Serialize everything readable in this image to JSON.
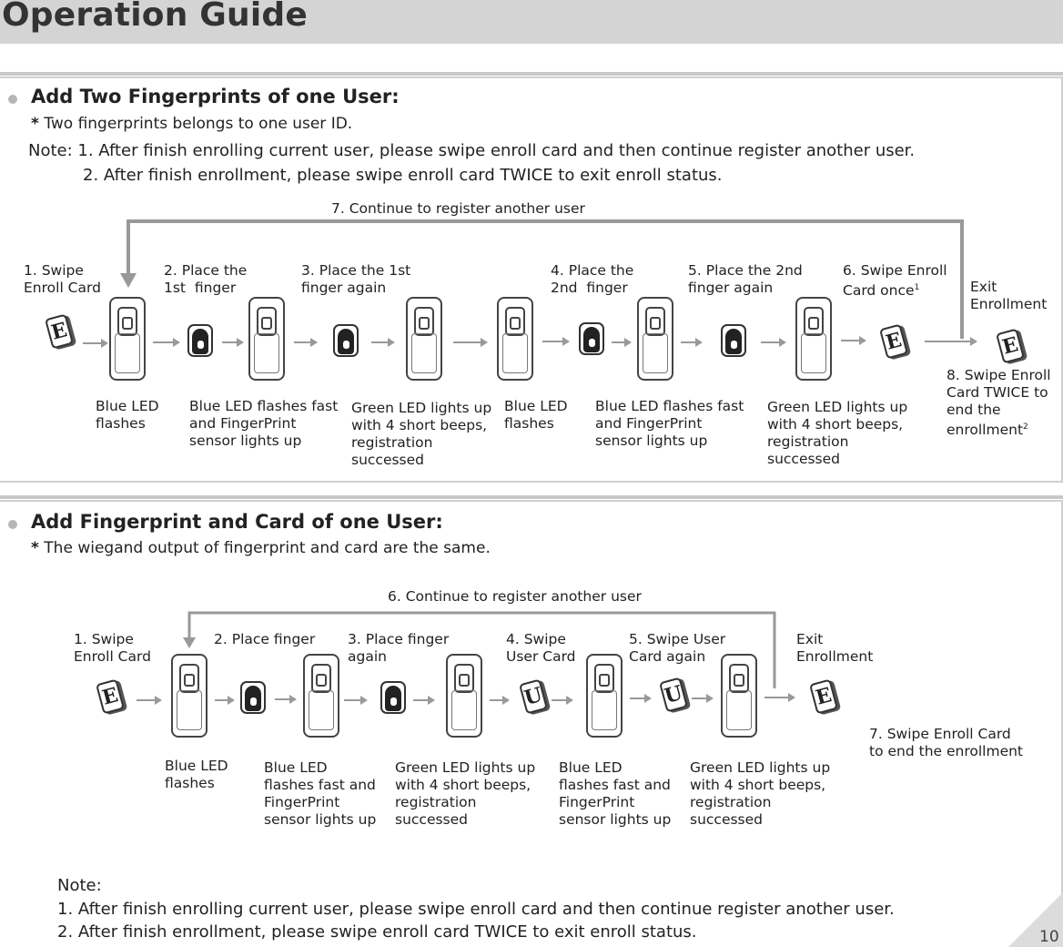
{
  "header": {
    "title": "Operation Guide"
  },
  "section1": {
    "title": "Add Two Fingerprints of one User:",
    "star": "*",
    "subtitle": "Two fingerprints belongs to one user ID.",
    "note_line1": "Note: 1. After finish enrolling current user, please swipe enroll card and then continue register another user.",
    "note_line2": "2. After finish enrollment, please swipe enroll card TWICE to exit enroll status.",
    "loop_label": "7. Continue to register another user",
    "steps": [
      "1. Swipe\nEnroll Card",
      "2. Place the\n1st  finger",
      "3. Place the 1st\nfinger again",
      "4. Place the\n2nd  finger",
      "5. Place the 2nd\nfinger again",
      "6. Swipe Enroll\nCard once"
    ],
    "step6_sup": "1",
    "exit": "Exit\nEnrollment",
    "step8": "8. Swipe Enroll\nCard TWICE to\nend the\nenrollment",
    "step8_sup": "2",
    "statuses": [
      "Blue LED\nflashes",
      "Blue LED flashes fast\nand FingerPrint\nsensor lights up",
      "Green LED lights up\nwith 4 short beeps,\nregistration\nsuccessed",
      "Blue LED\nflashes",
      "Blue LED flashes fast\nand FingerPrint\nsensor lights up",
      "Green LED lights up\nwith 4 short beeps,\nregistration\nsuccessed"
    ],
    "card_letter": "E"
  },
  "section2": {
    "title": "Add Fingerprint and Card of one User:",
    "star": "*",
    "subtitle": "The wiegand output of fingerprint and card are the same.",
    "loop_label": "6. Continue to register another user",
    "steps": [
      "1. Swipe\nEnroll Card",
      "2. Place finger",
      "3. Place finger\nagain",
      "4. Swipe\nUser Card",
      "5. Swipe User\nCard again"
    ],
    "exit": "Exit\nEnrollment",
    "step7": "7. Swipe Enroll Card\nto end the enrollment",
    "statuses": [
      "Blue LED\nflashes",
      "Blue LED\nflashes fast and\nFingerPrint\nsensor lights up",
      "Green LED lights up\nwith 4 short beeps,\nregistration\nsuccessed",
      "Blue LED\nflashes fast and\nFingerPrint\nsensor lights up",
      "Green LED lights up\nwith 4 short beeps,\nregistration\nsuccessed"
    ],
    "card_enroll": "E",
    "card_user": "U",
    "note_heading": "Note:",
    "note_line1": "1. After finish enrolling current user, please swipe enroll card and then continue register another user.",
    "note_line2": "2. After finish enrollment, please swipe enroll card TWICE to exit enroll status."
  },
  "page_number": "10"
}
